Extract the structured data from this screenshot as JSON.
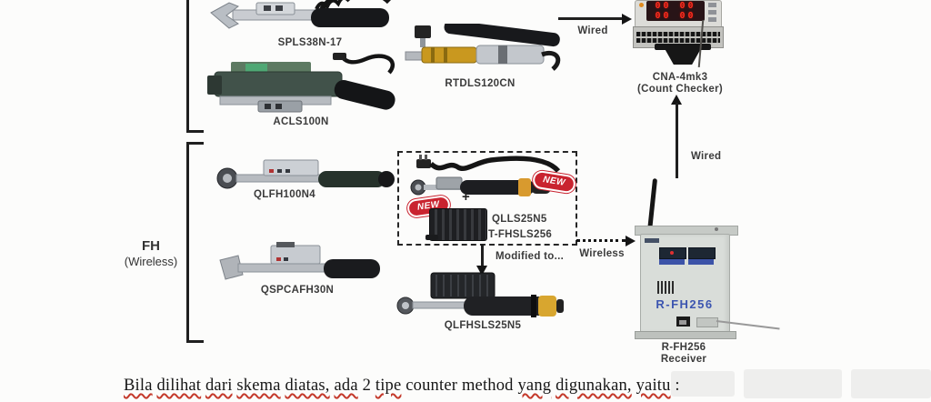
{
  "diagram": {
    "groups": {
      "fh": {
        "title": "FH",
        "subtitle": "(Wireless)"
      }
    },
    "tools": {
      "spls": {
        "label": "SPLS38N-17"
      },
      "acls": {
        "label": "ACLS100N"
      },
      "rtdls": {
        "label": "RTDLS120CN"
      },
      "qlfh": {
        "label": "QLFH100N4"
      },
      "qspcafh": {
        "label": "QSPCAFH30N"
      },
      "qlfhsls": {
        "label": "QLFHSLS25N5"
      }
    },
    "new_box": {
      "badge": "NEW",
      "plus": "+",
      "labels": [
        "QLLS25N5",
        "T-FHSLS256"
      ],
      "modified_to": "Modified to..."
    },
    "devices": {
      "cna": {
        "name": "CNA-4mk3",
        "subtitle": "(Count Checker)",
        "display_rows": [
          "00 00",
          "00 00"
        ]
      },
      "receiver": {
        "body_text": "R-FH256",
        "name": "R-FH256",
        "subtitle": "Receiver"
      }
    },
    "connections": {
      "wired_top": "Wired",
      "wired_vertical": "Wired",
      "wireless": "Wireless"
    },
    "colors": {
      "badge_red": "#c9232f",
      "display_red": "#ff2d1f",
      "receiver_blue": "#3c55b0",
      "handle_yellow": "#d8a62f"
    }
  },
  "caption": {
    "words": [
      {
        "t": "Bila",
        "u": true
      },
      {
        "t": "dilihat",
        "u": true
      },
      {
        "t": "dari",
        "u": true
      },
      {
        "t": "skema",
        "u": true
      },
      {
        "t": "diatas,",
        "u": true
      },
      {
        "t": "ada",
        "u": true
      },
      {
        "t": "2",
        "u": false
      },
      {
        "t": "tipe",
        "u": true
      },
      {
        "t": "counter",
        "u": false
      },
      {
        "t": "method",
        "u": false
      },
      {
        "t": "yang",
        "u": true
      },
      {
        "t": "digunakan,",
        "u": true
      },
      {
        "t": "yaitu",
        "u": true
      },
      {
        "t": ":",
        "u": false
      }
    ]
  }
}
